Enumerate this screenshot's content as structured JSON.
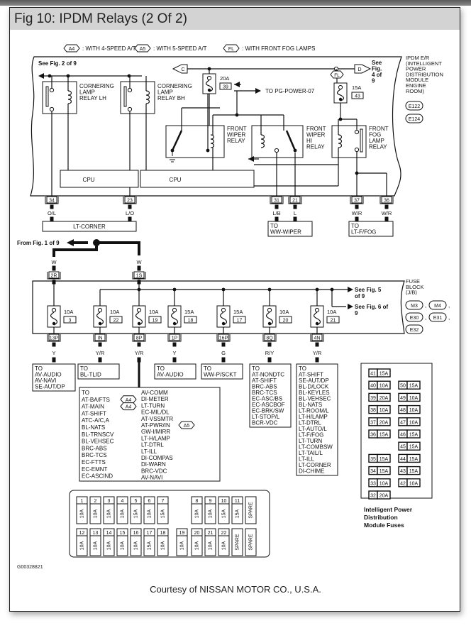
{
  "title": "Fig 10: IPDM Relays (2 Of 2)",
  "legend": [
    {
      "tag": "A4",
      "text": ": WITH 4-SPEED A/T"
    },
    {
      "tag": "A5",
      "text": ": WITH 5-SPEED A/T"
    },
    {
      "tag": "FL",
      "text": ": WITH FRONT FOG LAMPS"
    }
  ],
  "ipdm": {
    "see_left": "See Fig. 2 of 9",
    "connector_c": "C",
    "connector_d": "D",
    "see_right": [
      "See",
      "Fig.",
      "4 of",
      "9"
    ],
    "module_label": [
      "IPDM E/R",
      "(INTELLIGENT",
      "POWER",
      "DISTRIBUTION",
      "MODULE",
      "ENGINE",
      "ROOM)"
    ],
    "connectors": [
      "E122",
      "E124"
    ],
    "relays": [
      {
        "name": [
          "CORNERING",
          "LAMP",
          "RELAY LH"
        ]
      },
      {
        "name": [
          "CORNERING",
          "LAMP",
          "RELAY BH"
        ]
      },
      {
        "name": [
          "FRONT",
          "WIPER",
          "RELAY"
        ]
      },
      {
        "name": [
          "FRONT",
          "WIPER",
          "HI",
          "RELAY"
        ]
      },
      {
        "name": [
          "FRONT",
          "FOG",
          "LAMP",
          "RELAY"
        ]
      }
    ],
    "fuse_39": {
      "rating": "20A",
      "number": "39"
    },
    "fuse_43": {
      "rating": "15A",
      "number": "43",
      "tag": "FL"
    },
    "to_power": "TO PG-POWER-07",
    "cpu_label": "CPU",
    "terminals": [
      {
        "pin": "34",
        "wire": "O/L"
      },
      {
        "pin": "23",
        "wire": "L/O"
      },
      {
        "pin": "31",
        "wire": "L/B"
      },
      {
        "pin": "21",
        "wire": "L"
      },
      {
        "pin": "37",
        "wire": "W/R"
      },
      {
        "pin": "36",
        "wire": "W/R"
      }
    ],
    "dest_lt_corner": "LT-CORNER",
    "dest_wiper": [
      "TO",
      "WW-WIPER"
    ],
    "dest_fog": [
      "TO",
      "LT-F/FOG"
    ]
  },
  "from_fig": "From Fig. 1 of 9",
  "feed_wires": [
    {
      "pin": "2R",
      "wire": "W"
    },
    {
      "pin": "1S",
      "wire": "W"
    }
  ],
  "fuse_block": {
    "label": [
      "FUSE",
      "BLOCK",
      "(J/B)"
    ],
    "connectors": [
      "M3",
      "M4",
      "E30",
      "E31",
      "E32"
    ],
    "see_5": [
      "See Fig. 5",
      "of 9"
    ],
    "see_6": [
      "See Fig. 6 of",
      "9"
    ],
    "fuses": [
      {
        "rating": "10A",
        "number": "3",
        "pin": "13P",
        "wire": "Y"
      },
      {
        "rating": "10A",
        "number": "22",
        "pin": "IN",
        "wire": "Y/R"
      },
      {
        "rating": "10A",
        "number": "19",
        "pin": "8P",
        "wire": "Y/R"
      },
      {
        "rating": "15A",
        "number": "18",
        "pin": "1P",
        "wire": "Y"
      },
      {
        "rating": "15A",
        "number": "17",
        "pin": "16P",
        "wire": "G"
      },
      {
        "rating": "10A",
        "number": "20",
        "pin": "8Q",
        "wire": "R/Y"
      },
      {
        "rating": "10A",
        "number": "21",
        "pin": "4N",
        "wire": "Y/R"
      }
    ]
  },
  "destinations": {
    "d1": [
      "TO",
      "AV-AUDIO",
      "AV-NAVI",
      "SE-AUT/DP"
    ],
    "d2": [
      "TO",
      "BL-TLID"
    ],
    "d4": [
      "TO",
      "AV-AUDIO"
    ],
    "d5": [
      "TO",
      "WW-P/SCKT"
    ],
    "d3_left": [
      {
        "text": "TO"
      },
      {
        "text": "AT-BA/FTS",
        "tag": "A4"
      },
      {
        "text": "AT-MAIN",
        "tag": "A4"
      },
      {
        "text": "AT-SHIFT"
      },
      {
        "text": "ATC-A/C,A"
      },
      {
        "text": "BL-NATS"
      },
      {
        "text": "BL-TRNSCV"
      },
      {
        "text": "BL-VEHSEC"
      },
      {
        "text": "BRC-ABS"
      },
      {
        "text": "BRC-TCS"
      },
      {
        "text": "EC-FTTS"
      },
      {
        "text": "EC-EMNT"
      },
      {
        "text": "EC-ASCIND"
      }
    ],
    "d3_right": [
      {
        "text": "AV-COMM"
      },
      {
        "text": "DI-METER"
      },
      {
        "text": "LT-TURN"
      },
      {
        "text": "EC-MIL/DL"
      },
      {
        "text": "AT-VSSMTR"
      },
      {
        "text": "AT-PWR/IN",
        "tag": "A5"
      },
      {
        "text": "GW-I/MIRR"
      },
      {
        "text": "LT-H/LAMP"
      },
      {
        "text": "LT-DTRL"
      },
      {
        "text": "LT-ILL"
      },
      {
        "text": "DI-COMPAS"
      },
      {
        "text": "DI-WARN"
      },
      {
        "text": "BRC-VDC"
      },
      {
        "text": "AV-NAVI"
      }
    ],
    "d6": [
      "TO",
      "AT-NONDTC",
      "AT-SHIFT",
      "BRC-ABS",
      "BRC-TCS",
      "EC-ASC/BS",
      "EC-ASCBOF",
      "EC-BRK/SW",
      "LT-STOP/L",
      "BCR-VDC"
    ],
    "d7": [
      "TO",
      "AT-SHIFT",
      "SE-AUT/DP",
      "BL-D/LOCK",
      "BL-KEYLES",
      "BL-VEHSEC",
      "BL-NATS",
      "LT-ROOM/L",
      "LT-H/LAMP",
      "LT-DTRL",
      "LT-AUTO/L",
      "LT-F/FOG",
      "LT-TURN",
      "LT-COMBSW",
      "LT-TAIL/L",
      "LT-ILL",
      "LT-CORNER",
      "DI-CHIME"
    ]
  },
  "ipdm_fuses": {
    "caption": [
      "Intelligent Power",
      "Distribution",
      "Module Fuses"
    ],
    "left": [
      {
        "n": "41",
        "a": "15A"
      },
      {
        "n": "40",
        "a": "10A"
      },
      {
        "n": "39",
        "a": "20A"
      },
      {
        "n": "38",
        "a": "10A"
      },
      {
        "n": "37",
        "a": "20A"
      },
      {
        "n": "36",
        "a": "15A"
      },
      null,
      {
        "n": "35",
        "a": "15A"
      },
      {
        "n": "34",
        "a": "15A"
      },
      {
        "n": "33",
        "a": "10A"
      },
      {
        "n": "32",
        "a": "20A"
      }
    ],
    "right": [
      null,
      {
        "n": "50",
        "a": "15A"
      },
      {
        "n": "49",
        "a": "10A"
      },
      {
        "n": "48",
        "a": "10A"
      },
      {
        "n": "47",
        "a": "10A"
      },
      {
        "n": "46",
        "a": "15A"
      },
      {
        "n": "45",
        "a": "15A"
      },
      {
        "n": "44",
        "a": "15A"
      },
      {
        "n": "43",
        "a": "15A"
      },
      {
        "n": "42",
        "a": "10A"
      },
      null
    ]
  },
  "fuse_panel": {
    "top": [
      {
        "n": "1",
        "a": "10A"
      },
      {
        "n": "2",
        "a": "10A"
      },
      {
        "n": "3",
        "a": "10A"
      },
      {
        "n": "4",
        "a": "10A"
      },
      {
        "n": "5",
        "a": "15A"
      },
      {
        "n": "6",
        "a": "10A"
      },
      {
        "n": "7",
        "a": "15A"
      },
      null,
      {
        "n": "8",
        "a": "10A"
      },
      {
        "n": "9",
        "a": "10A"
      },
      {
        "n": "10",
        "a": "15A"
      },
      {
        "n": "11",
        "a": "15A"
      },
      {
        "n": "",
        "a": "SPARE"
      }
    ],
    "bottom": [
      {
        "n": "12",
        "a": "10A"
      },
      {
        "n": "13",
        "a": "10A"
      },
      {
        "n": "14",
        "a": "10A"
      },
      {
        "n": "15",
        "a": "10A"
      },
      {
        "n": "16",
        "a": "10A"
      },
      {
        "n": "17",
        "a": "15A"
      },
      {
        "n": "18",
        "a": "10A"
      },
      {
        "n": "19",
        "a": "10A"
      },
      {
        "n": "20",
        "a": "10A"
      },
      {
        "n": "21",
        "a": "10A"
      },
      {
        "n": "22",
        "a": "10A"
      },
      {
        "n": "",
        "a": "SPARE"
      },
      {
        "n": "",
        "a": "SPARE"
      }
    ]
  },
  "figure_id": "G00328821",
  "courtesy": "Courtesy of NISSAN MOTOR CO., U.S.A."
}
